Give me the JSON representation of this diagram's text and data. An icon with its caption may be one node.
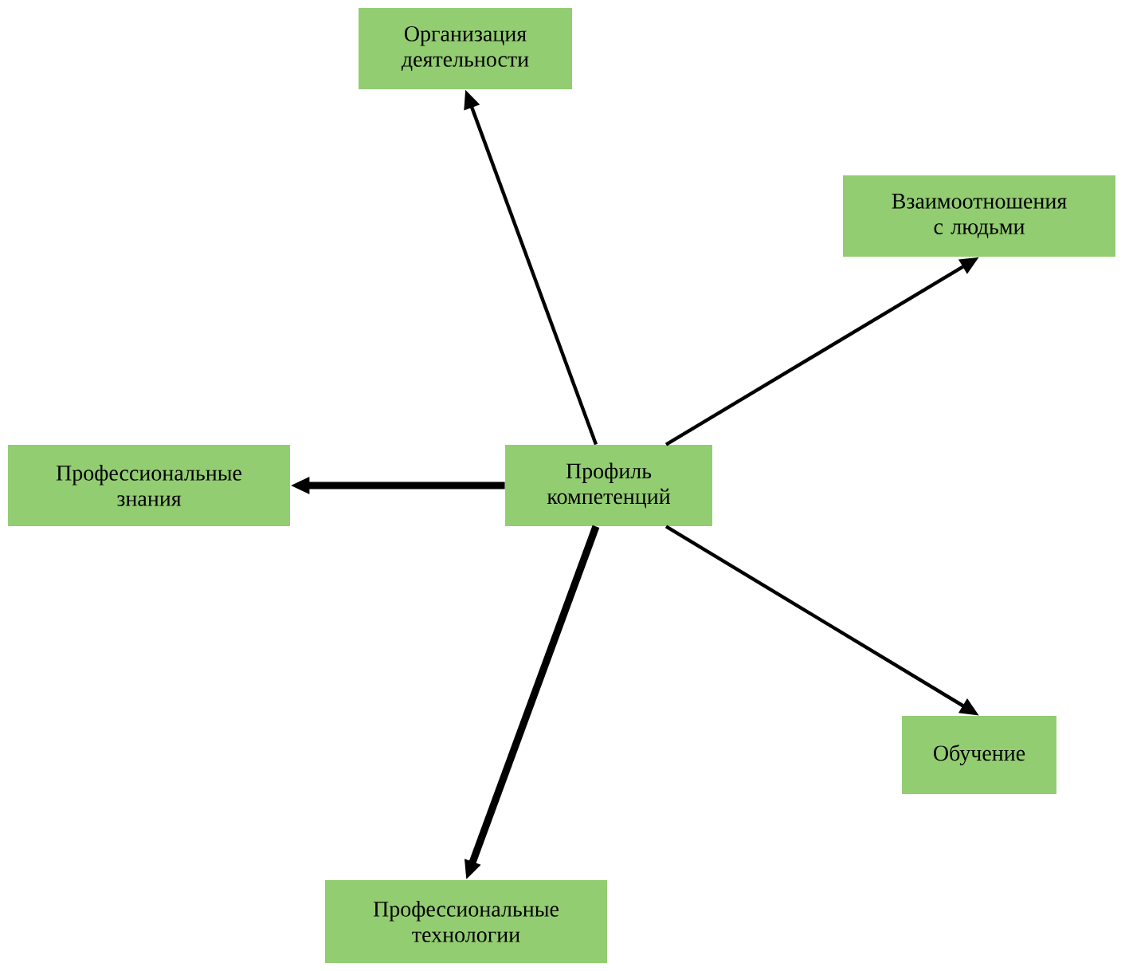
{
  "diagram": {
    "nodes": [
      {
        "text": [
          "Профиль компетенций"
        ]
      },
      {
        "text": [
          "Организация деятельности"
        ]
      },
      {
        "text": [
          "Взаимоотношения с людьми"
        ]
      },
      {
        "text": [
          "Профессиональные знания"
        ]
      },
      {
        "text": [
          "Обучение"
        ]
      },
      {
        "text": [
          "Профессиональные технологии"
        ]
      }
    ],
    "edges": [
      {
        "from": 0,
        "to": 1,
        "arrow": "to"
      },
      {
        "from": 0,
        "to": 2,
        "arrow": "to"
      },
      {
        "from": 0,
        "to": 3,
        "arrow": "to",
        "style": "thick"
      },
      {
        "from": 0,
        "to": 4,
        "arrow": "to"
      },
      {
        "from": 0,
        "to": 5,
        "arrow": "to",
        "style": "thick"
      }
    ]
  }
}
